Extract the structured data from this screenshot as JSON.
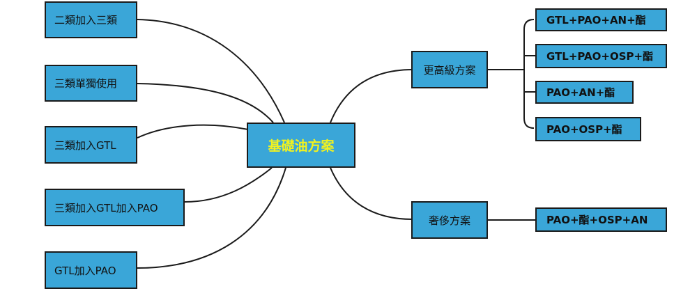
{
  "colors": {
    "node_fill": "#3aa6d8",
    "node_border": "#1a1a1a",
    "center_text": "#f2f21f",
    "text": "#111111",
    "line": "#1a1a1a"
  },
  "center": {
    "label": "基礎油方案"
  },
  "left_branches": [
    {
      "label": "二類加入三類"
    },
    {
      "label": "三類單獨使用"
    },
    {
      "label": "三類加入GTL"
    },
    {
      "label": "三類加入GTL加入PAO"
    },
    {
      "label": "GTL加入PAO"
    }
  ],
  "right_branches": [
    {
      "label": "更高級方案",
      "children": [
        {
          "label": "GTL+PAO+AN+酯"
        },
        {
          "label": "GTL+PAO+OSP+酯"
        },
        {
          "label": "PAO+AN+酯"
        },
        {
          "label": "PAO+OSP+酯"
        }
      ]
    },
    {
      "label": "奢侈方案",
      "children": [
        {
          "label": "PAO+酯+OSP+AN"
        }
      ]
    }
  ]
}
